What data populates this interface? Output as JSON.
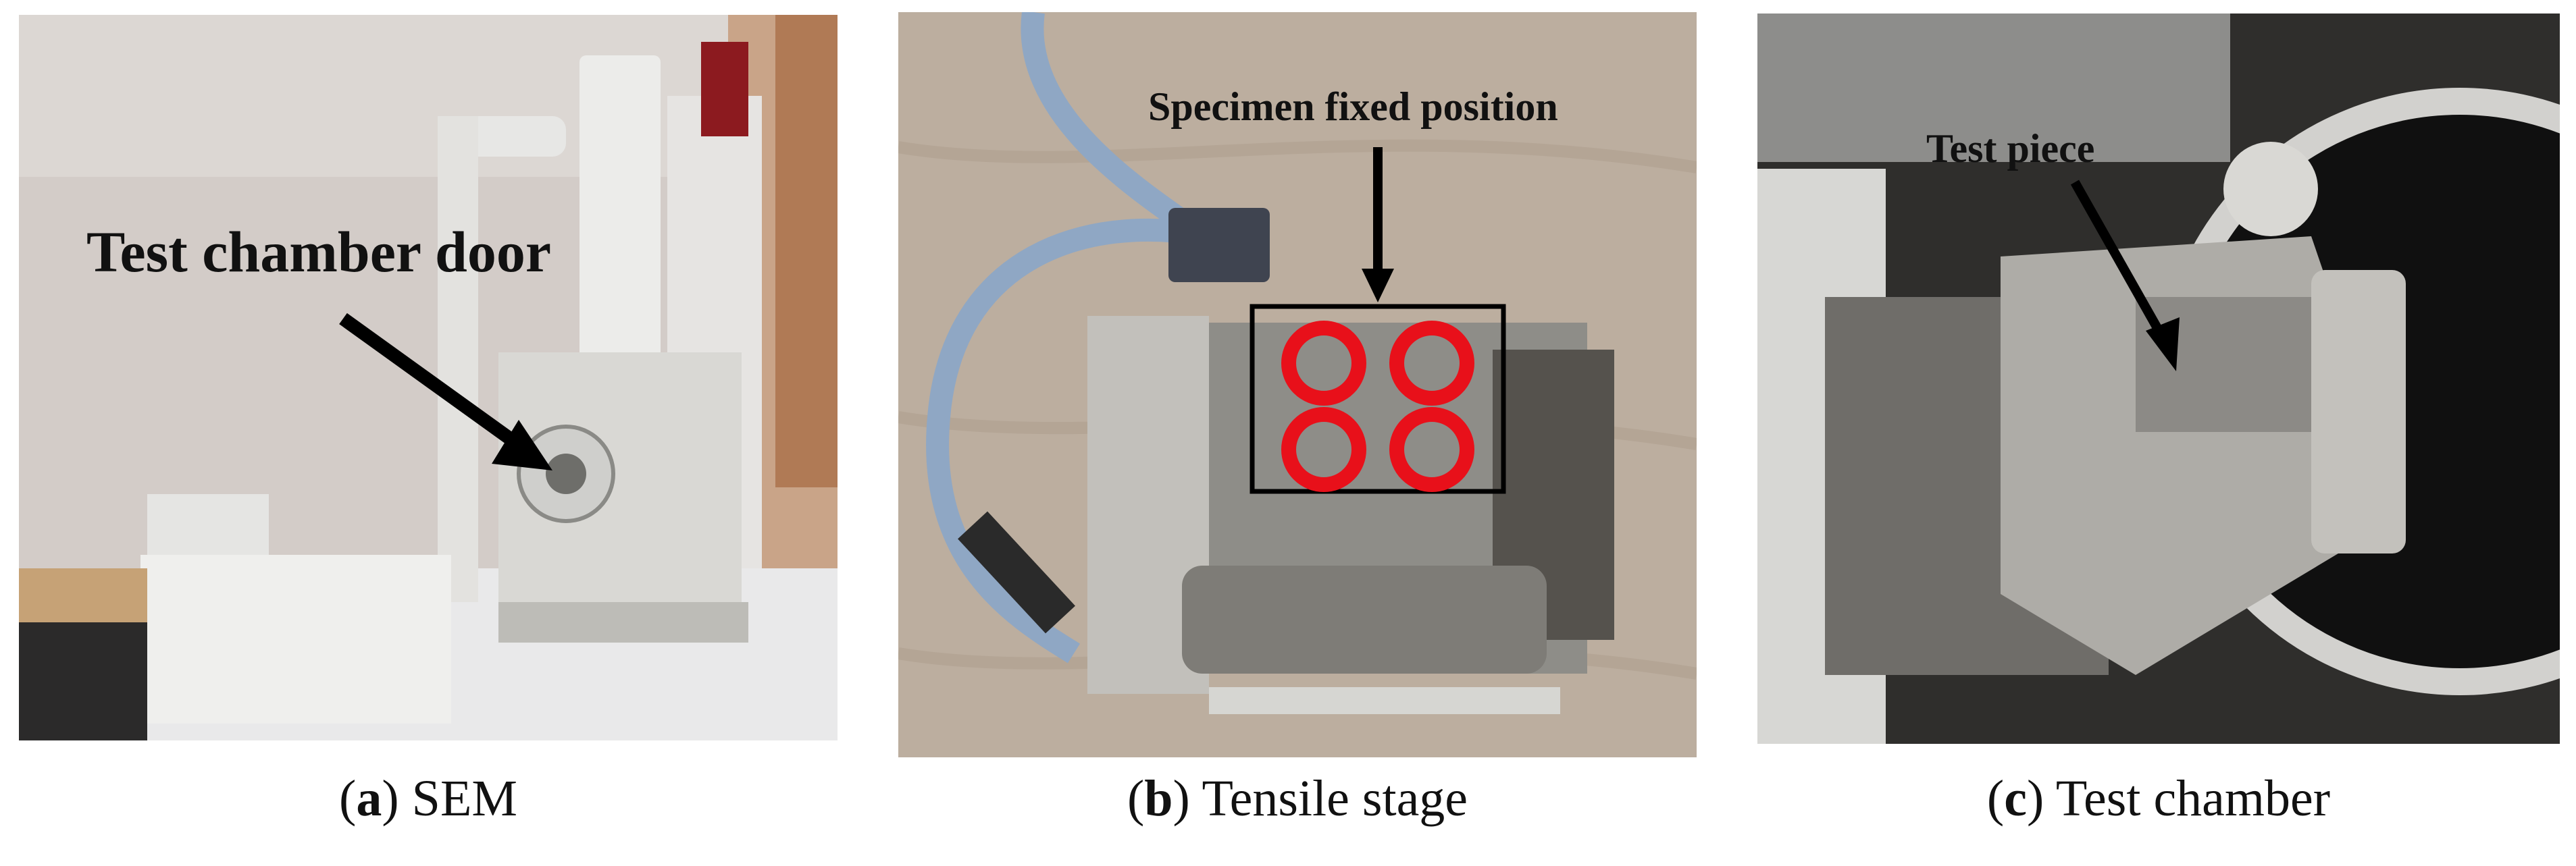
{
  "panels": [
    {
      "letter": "a",
      "caption": "SEM",
      "annotation": "Test chamber door"
    },
    {
      "letter": "b",
      "caption": "Tensile stage",
      "annotation": "Specimen fixed position"
    },
    {
      "letter": "c",
      "caption": "Test chamber",
      "annotation": "Test piece"
    }
  ],
  "colors": {
    "annotation_text": "#111111",
    "marker_red": "#e8101a",
    "wall": "#cfc8c3",
    "wood": "#b9aa99"
  }
}
